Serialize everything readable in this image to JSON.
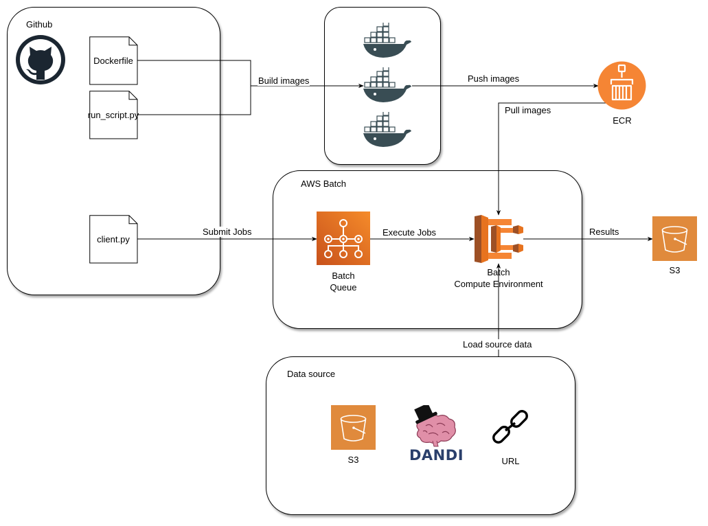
{
  "groups": {
    "github": "Github",
    "aws_batch": "AWS Batch",
    "data_source": "Data source"
  },
  "files": {
    "dockerfile": "Dockerfile",
    "run_script": "run_script.py",
    "client": "client.py"
  },
  "edges": {
    "build_images": "Build images",
    "push_images": "Push images",
    "pull_images": "Pull images",
    "submit_jobs": "Submit Jobs",
    "execute_jobs": "Execute Jobs",
    "results": "Results",
    "load_source_data": "Load source data"
  },
  "nodes": {
    "ecr": "ECR",
    "batch_queue_line1": "Batch",
    "batch_queue_line2": "Queue",
    "compute_line1": "Batch",
    "compute_line2": "Compute Environment",
    "s3_results": "S3",
    "s3_source": "S3",
    "dandi": "DANDI",
    "url": "URL"
  },
  "colors": {
    "aws_orange": "#E7731F",
    "ecr_orange": "#F58534",
    "s3_orange": "#E08A3C",
    "github_dark": "#1B2631",
    "docker_dark": "#394d54",
    "dandi_navy": "#2A3F6B",
    "brain_pink": "#E08FA8"
  }
}
